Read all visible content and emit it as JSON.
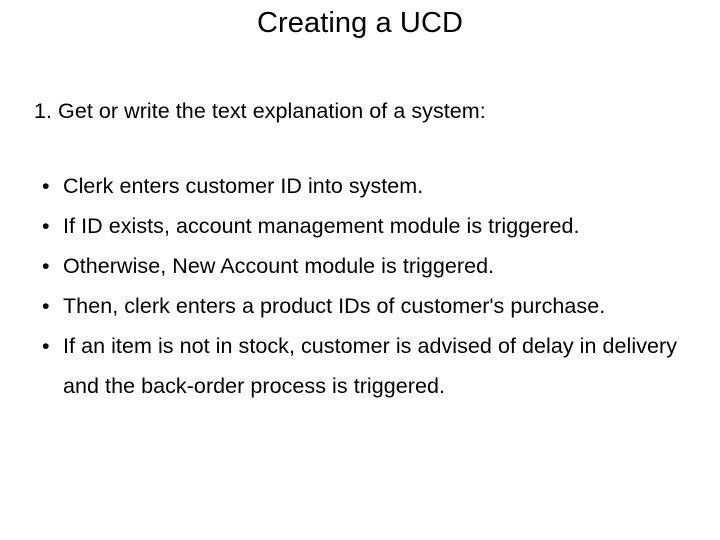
{
  "slide": {
    "title": "Creating a UCD",
    "numbered_step": "1. Get or write the text explanation of a system:",
    "bullet_marker": "•",
    "bullets": [
      {
        "text": "Clerk enters customer ID into system."
      },
      {
        "text": "If ID exists, account management module is triggered."
      },
      {
        "text": "Otherwise, New Account module is triggered."
      },
      {
        "text": "Then, clerk enters a product IDs of customer's purchase."
      },
      {
        "text": "If an item is not in stock, customer is advised of delay in delivery and the back-order process is triggered."
      }
    ],
    "colors": {
      "background": "#ffffff",
      "text": "#000000"
    }
  }
}
